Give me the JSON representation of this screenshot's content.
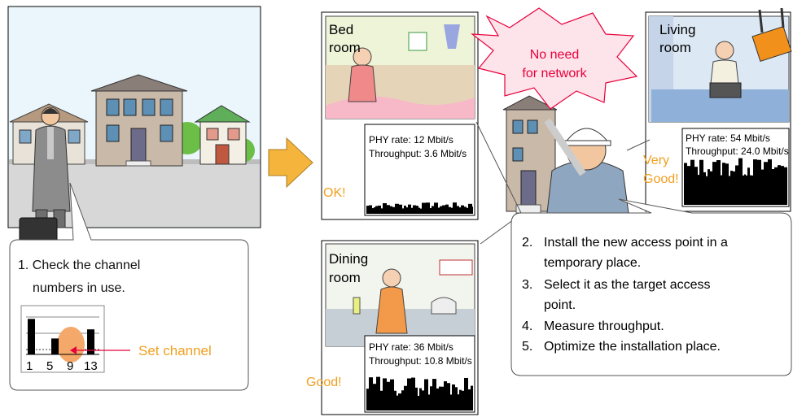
{
  "step1": {
    "line1": "1.  Check the channel",
    "line2": "numbers in use."
  },
  "channel_chart": {
    "ticks": [
      "1",
      "5",
      "9",
      "13"
    ],
    "annotation": "Set channel",
    "bar_levels": [
      0.78,
      0.35,
      0.55
    ],
    "highlight_color": "#f4a96a"
  },
  "speech_bubble": {
    "line1": "No need",
    "line2": "for network"
  },
  "rooms": {
    "bedroom": {
      "name_line1": "Bed",
      "name_line2": "room",
      "phy": "PHY rate: 12 Mbit/s",
      "throughput": "Throughput: 3.6 Mbit/s",
      "rating": "OK!"
    },
    "living": {
      "name_line1": "Living",
      "name_line2": "room",
      "phy": "PHY rate: 54 Mbit/s",
      "throughput": "Throughput: 24.0 Mbit/s",
      "rating_line1": "Very",
      "rating_line2": "Good!"
    },
    "dining": {
      "name_line1": "Dining",
      "name_line2": "room",
      "phy": "PHY rate: 36 Mbit/s",
      "throughput": "Throughput: 10.8 Mbit/s",
      "rating": "Good!"
    }
  },
  "steps": [
    {
      "num": "2.",
      "line1": "Install the new access point in a",
      "line2": "temporary place."
    },
    {
      "num": "3.",
      "line1": "Select it as the target access",
      "line2": "point."
    },
    {
      "num": "4.",
      "line1": "Measure throughput."
    },
    {
      "num": "5.",
      "line1": "Optimize the installation place."
    }
  ],
  "colors": {
    "accent": "#f0a020",
    "bubble_text": "#e8003c",
    "bubble_fill": "#fde3ea",
    "arrow": "#f5b43c"
  }
}
